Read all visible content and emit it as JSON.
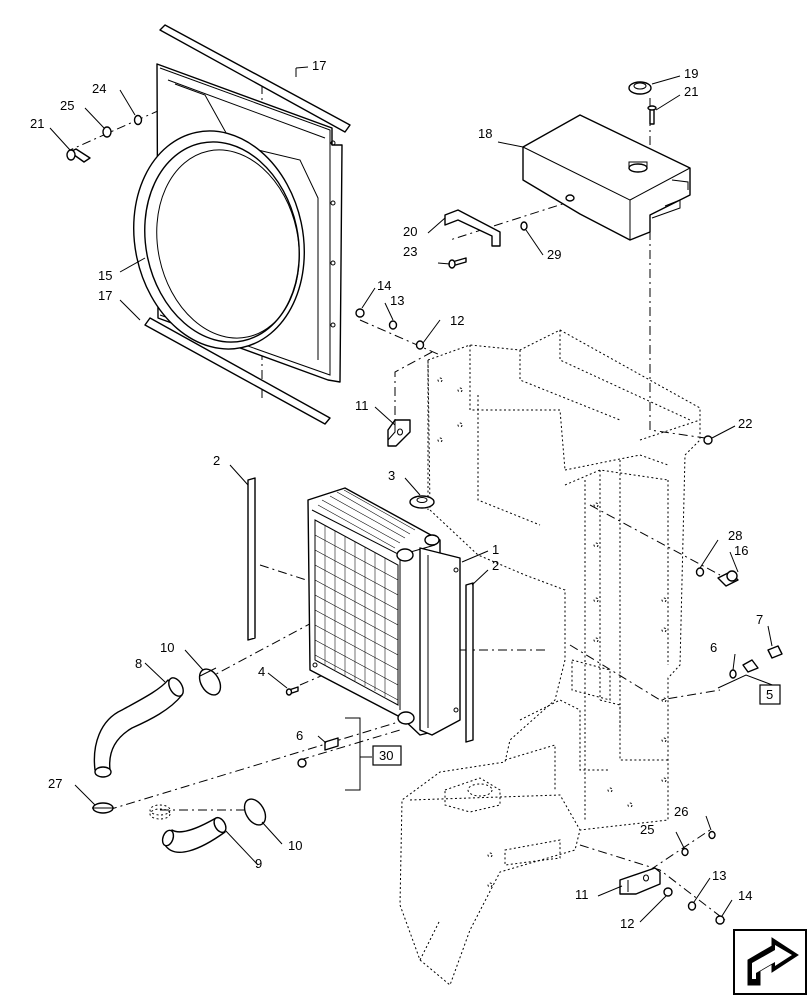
{
  "callouts": {
    "c1": "1",
    "c2a": "2",
    "c2b": "2",
    "c3": "3",
    "c4": "4",
    "c5": "5",
    "c6a": "6",
    "c6b": "6",
    "c7": "7",
    "c8": "8",
    "c9": "9",
    "c10a": "10",
    "c10b": "10",
    "c11a": "11",
    "c11b": "11",
    "c12a": "12",
    "c12b": "12",
    "c13a": "13",
    "c13b": "13",
    "c14a": "14",
    "c14b": "14",
    "c15": "15",
    "c16": "16",
    "c17a": "17",
    "c17b": "17",
    "c18": "18",
    "c19": "19",
    "c20": "20",
    "c21a": "21",
    "c21b": "21",
    "c22": "22",
    "c23": "23",
    "c24": "24",
    "c25a": "25",
    "c25b": "25",
    "c26": "26",
    "c27": "27",
    "c28": "28",
    "c29": "29",
    "c30": "30"
  },
  "icons": {
    "nav": "next-page-arrow-icon"
  }
}
